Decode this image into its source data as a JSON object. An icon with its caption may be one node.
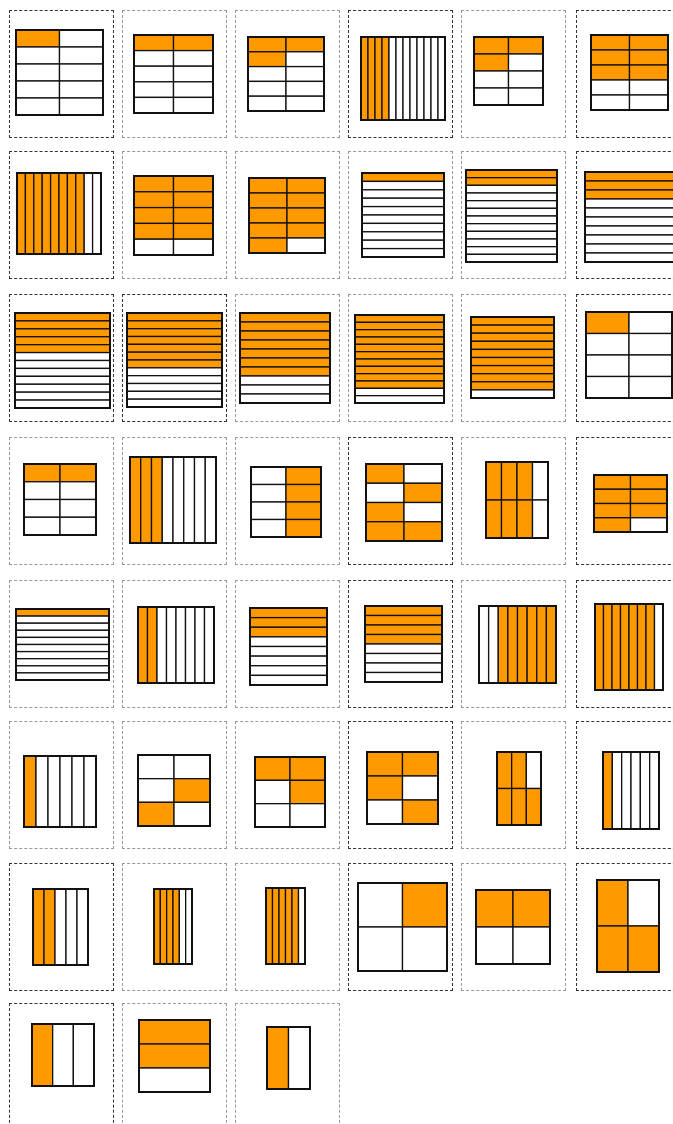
{
  "diagram": {
    "nodes": [
      {
        "text": [],
        "shape": "box"
      },
      {
        "text": [],
        "shape": "box"
      },
      {
        "text": [],
        "shape": "box"
      },
      {
        "text": [],
        "shape": "box"
      },
      {
        "text": [],
        "shape": "box"
      },
      {
        "text": [],
        "shape": "box"
      },
      {
        "text": [],
        "shape": "box"
      },
      {
        "text": [],
        "shape": "box"
      },
      {
        "text": [],
        "shape": "box"
      },
      {
        "text": [],
        "shape": "box"
      },
      {
        "text": [],
        "shape": "box"
      },
      {
        "text": [],
        "shape": "box"
      },
      {
        "text": [],
        "shape": "box"
      },
      {
        "text": [],
        "shape": "box"
      },
      {
        "text": [],
        "shape": "box"
      },
      {
        "text": [],
        "shape": "box"
      },
      {
        "text": [],
        "shape": "box"
      },
      {
        "text": [],
        "shape": "box"
      },
      {
        "text": [],
        "shape": "box"
      },
      {
        "text": [],
        "shape": "box"
      },
      {
        "text": [],
        "shape": "box"
      },
      {
        "text": [],
        "shape": "box"
      },
      {
        "text": [],
        "shape": "box"
      },
      {
        "text": [],
        "shape": "box"
      },
      {
        "text": [],
        "shape": "box"
      },
      {
        "text": [],
        "shape": "box"
      },
      {
        "text": [],
        "shape": "box"
      },
      {
        "text": [],
        "shape": "box"
      },
      {
        "text": [],
        "shape": "box"
      },
      {
        "text": [],
        "shape": "box"
      },
      {
        "text": [],
        "shape": "box"
      },
      {
        "text": [],
        "shape": "box"
      },
      {
        "text": [],
        "shape": "box"
      },
      {
        "text": [],
        "shape": "box"
      },
      {
        "text": [],
        "shape": "box"
      },
      {
        "text": [],
        "shape": "box"
      },
      {
        "text": [],
        "shape": "box"
      },
      {
        "text": [],
        "shape": "box"
      },
      {
        "text": [],
        "shape": "box"
      },
      {
        "text": [],
        "shape": "box"
      },
      {
        "text": [],
        "shape": "box"
      },
      {
        "text": [],
        "shape": "box"
      },
      {
        "text": [],
        "shape": "box"
      },
      {
        "text": [],
        "shape": "box"
      },
      {
        "text": [],
        "shape": "box"
      }
    ]
  }
}
